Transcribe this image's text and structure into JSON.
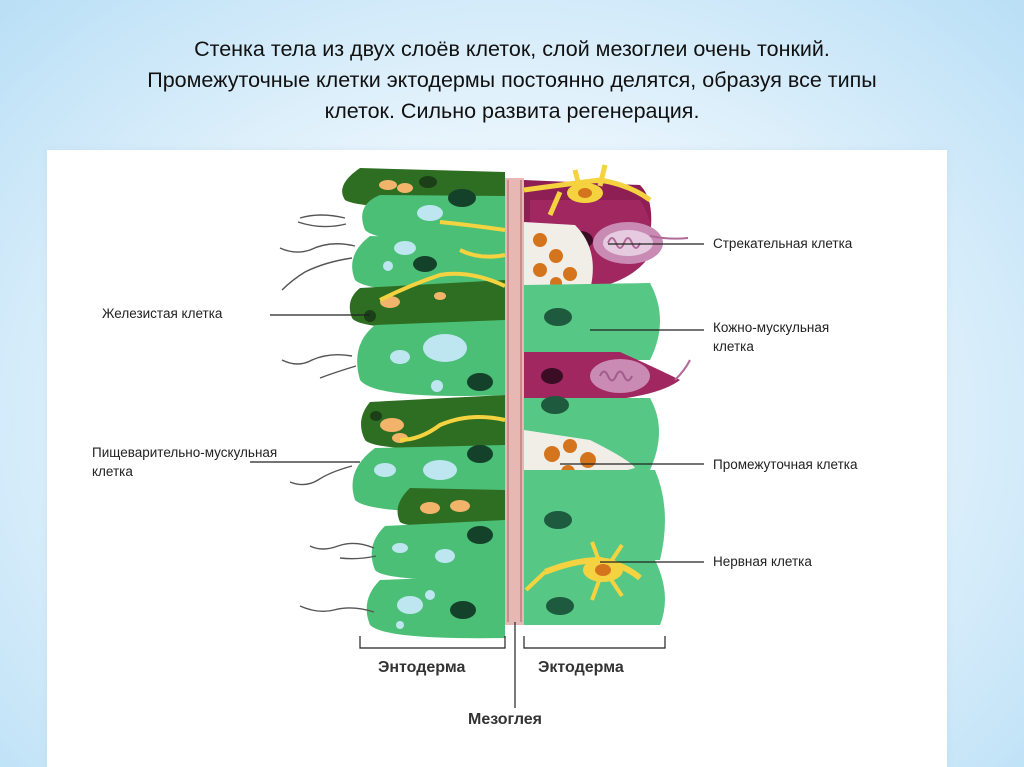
{
  "caption": {
    "line1": "Стенка тела из двух слоёв клеток, слой мезоглеи очень тонкий.",
    "line2": "Промежуточные клетки эктодермы постоянно делятся, образуя все типы",
    "line3": "клеток. Сильно развита регенерация."
  },
  "labels": {
    "glandular": "Железистая клетка",
    "digestive_1": "Пищеварительно-мускульная",
    "digestive_2": "клетка",
    "stinging": "Стрекательная клетка",
    "skin_muscle_1": "Кожно-мускульная",
    "skin_muscle_2": "клетка",
    "interstitial": "Промежуточная клетка",
    "nerve": "Нервная клетка",
    "endoderm": "Энтодерма",
    "ectoderm": "Эктодерма",
    "mesoglea": "Мезоглея"
  },
  "colors": {
    "ecto_green": "#56c784",
    "endo_green": "#4cbf77",
    "gland_dark": "#2e6e22",
    "mesoglea": "#e6b7b3",
    "stinging": "#a0275f",
    "nerve_yellow": "#f5d340"
  }
}
